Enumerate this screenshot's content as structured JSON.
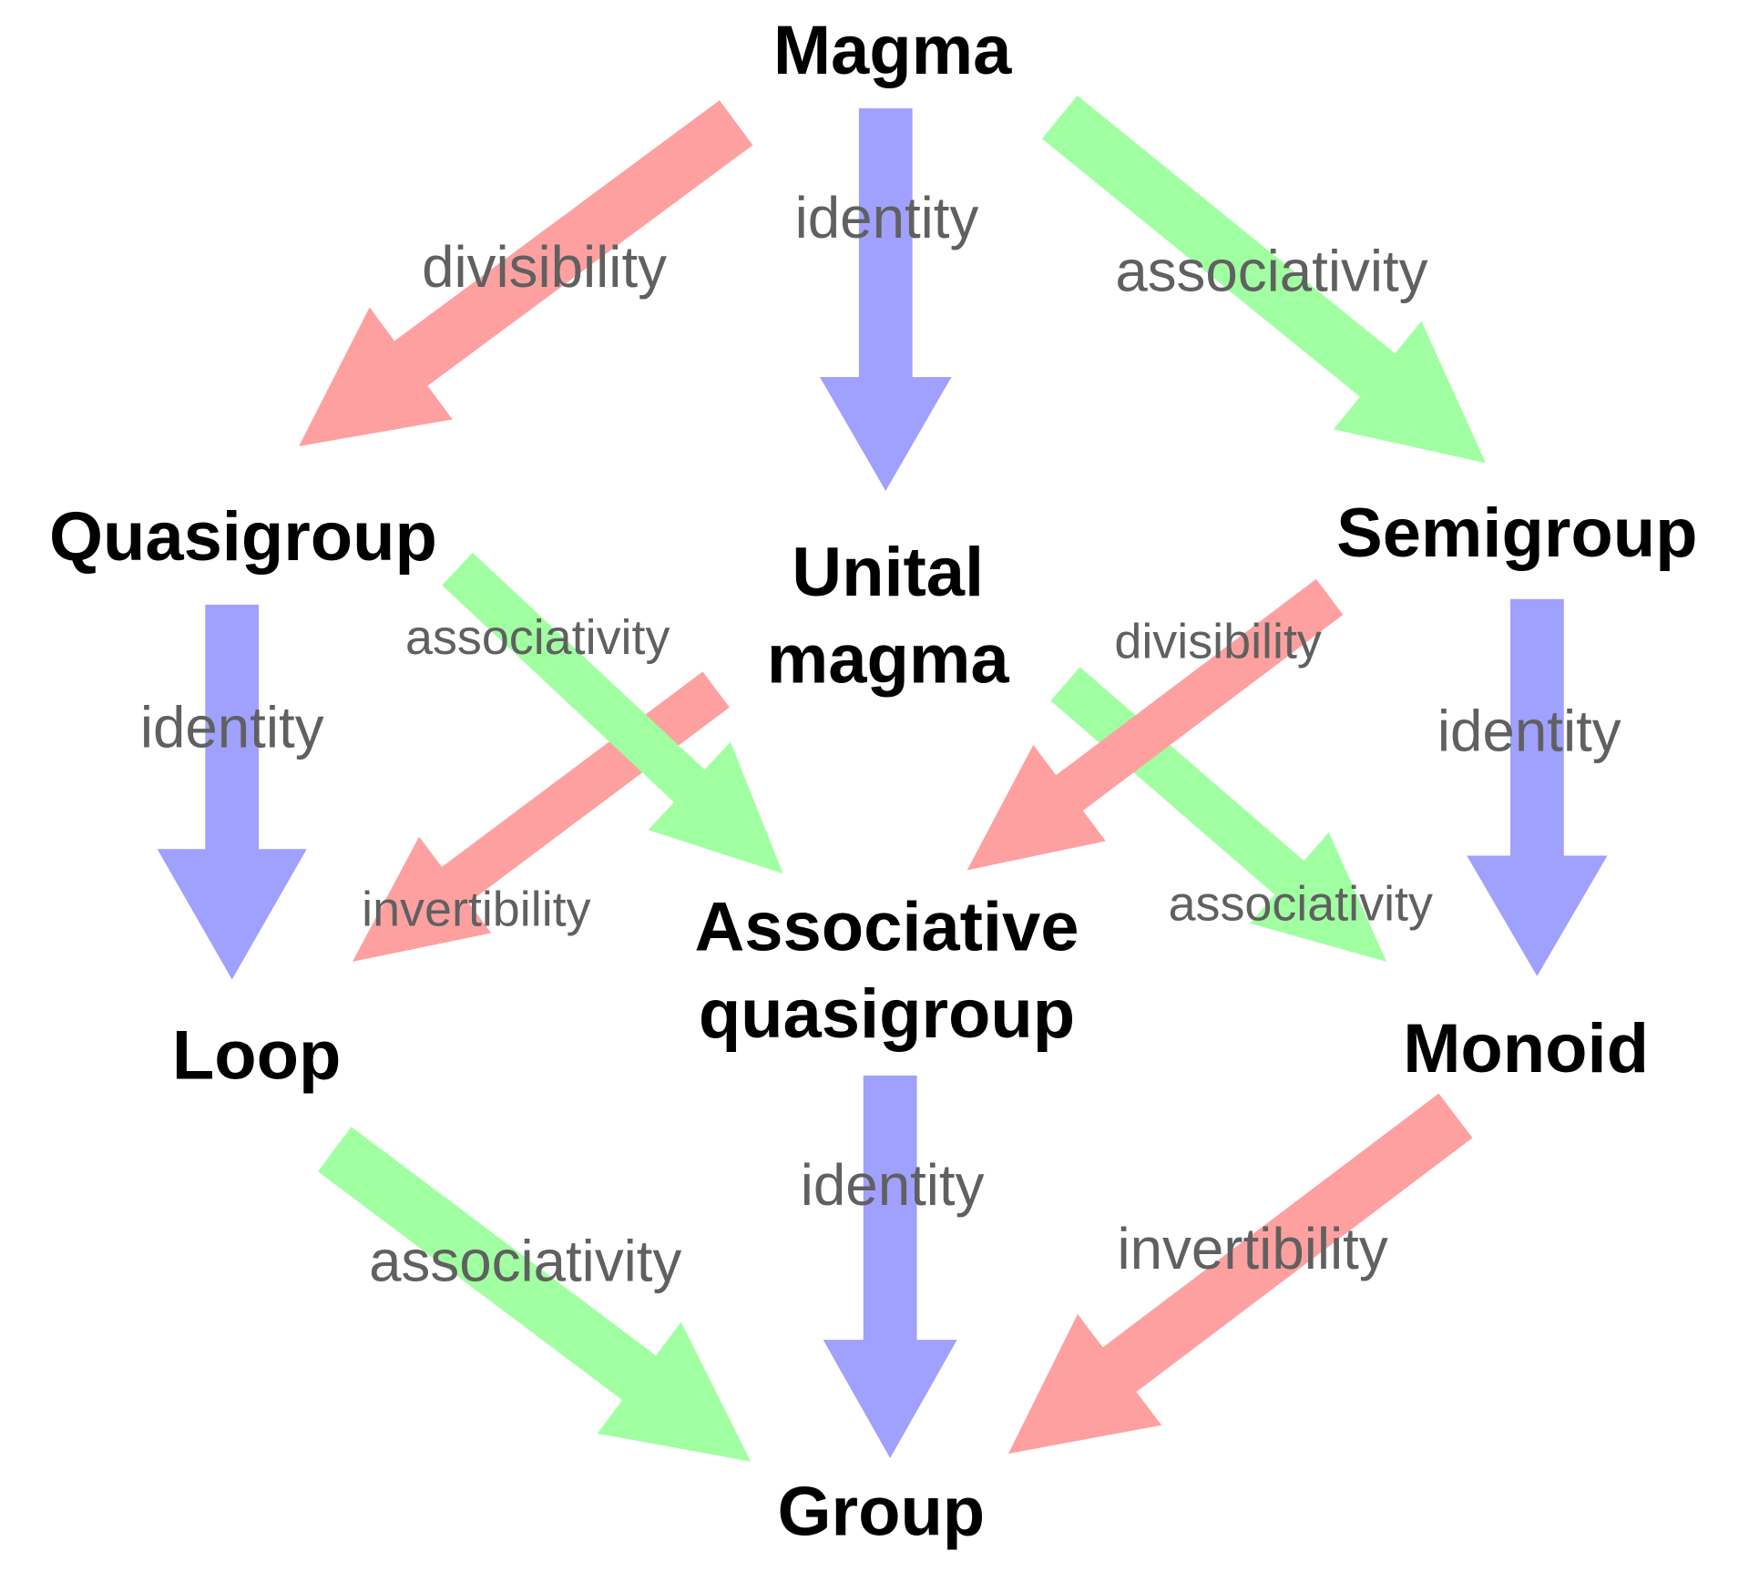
{
  "colors": {
    "divisibility": "#ffa0a0",
    "invertibility": "#ffa0a0",
    "identity": "#a0a0ff",
    "associativity": "#a0ffa0",
    "node_text": "#000000",
    "edge_text": "#606060"
  },
  "nodes": {
    "magma": "Magma",
    "quasigroup": "Quasigroup",
    "unital_magma_line1": "Unital",
    "unital_magma_line2": "magma",
    "semigroup": "Semigroup",
    "loop": "Loop",
    "assoc_quasigroup_line1": "Associative",
    "assoc_quasigroup_line2": "quasigroup",
    "monoid": "Monoid",
    "group": "Group"
  },
  "edges": [
    {
      "from": "Magma",
      "to": "Quasigroup",
      "label": "divisibility",
      "kind": "divisibility"
    },
    {
      "from": "Magma",
      "to": "Unital magma",
      "label": "identity",
      "kind": "identity"
    },
    {
      "from": "Magma",
      "to": "Semigroup",
      "label": "associativity",
      "kind": "associativity"
    },
    {
      "from": "Quasigroup",
      "to": "Loop",
      "label": "identity",
      "kind": "identity"
    },
    {
      "from": "Unital magma",
      "to": "Loop",
      "label": "invertibility",
      "kind": "invertibility"
    },
    {
      "from": "Quasigroup",
      "to": "Associative quasigroup",
      "label": "associativity",
      "kind": "associativity"
    },
    {
      "from": "Unital magma",
      "to": "Monoid",
      "label": "associativity",
      "kind": "associativity"
    },
    {
      "from": "Semigroup",
      "to": "Associative quasigroup",
      "label": "divisibility",
      "kind": "divisibility"
    },
    {
      "from": "Semigroup",
      "to": "Monoid",
      "label": "identity",
      "kind": "identity"
    },
    {
      "from": "Loop",
      "to": "Group",
      "label": "associativity",
      "kind": "associativity"
    },
    {
      "from": "Associative quasigroup",
      "to": "Group",
      "label": "identity",
      "kind": "identity"
    },
    {
      "from": "Monoid",
      "to": "Group",
      "label": "invertibility",
      "kind": "invertibility"
    }
  ]
}
